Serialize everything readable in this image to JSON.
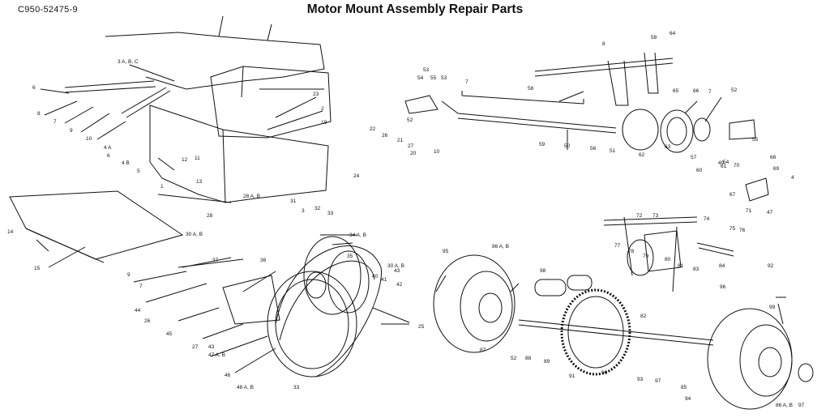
{
  "header": {
    "code": "C950-52475-9",
    "title": "Motor Mount Assembly Repair Parts"
  },
  "callouts": [
    "3 A, B, C",
    "6",
    "8",
    "7",
    "9",
    "10",
    "4 A",
    "6",
    "4 B",
    "5",
    "12",
    "11",
    "1",
    "13",
    "23",
    "2",
    "19",
    "22",
    "26",
    "21",
    "27",
    "20",
    "10",
    "24",
    "14",
    "15",
    "28 A, B",
    "28",
    "30 A, B",
    "31",
    "3",
    "32",
    "33",
    "34 A, B",
    "37",
    "36",
    "35",
    "30 A, B",
    "9",
    "7",
    "44",
    "26",
    "45",
    "40",
    "41",
    "42",
    "43",
    "27",
    "43",
    "47 A, B",
    "46",
    "48 A, B",
    "33",
    "25",
    "53",
    "54",
    "55",
    "53",
    "7",
    "52",
    "58",
    "59",
    "50",
    "56",
    "51",
    "62",
    "63",
    "57",
    "60",
    "61",
    "49",
    "8",
    "58",
    "64",
    "65",
    "66",
    "7",
    "52",
    "55",
    "54",
    "70",
    "68",
    "69",
    "4",
    "67",
    "71",
    "47",
    "95",
    "86 A, B",
    "87",
    "52",
    "88",
    "89",
    "91",
    "90",
    "82",
    "93",
    "97",
    "85",
    "72",
    "73",
    "74",
    "75",
    "76",
    "77",
    "78",
    "79",
    "80",
    "81",
    "83",
    "84",
    "92",
    "96",
    "98",
    "99",
    "94",
    "86 A, B",
    "97",
    "93"
  ]
}
